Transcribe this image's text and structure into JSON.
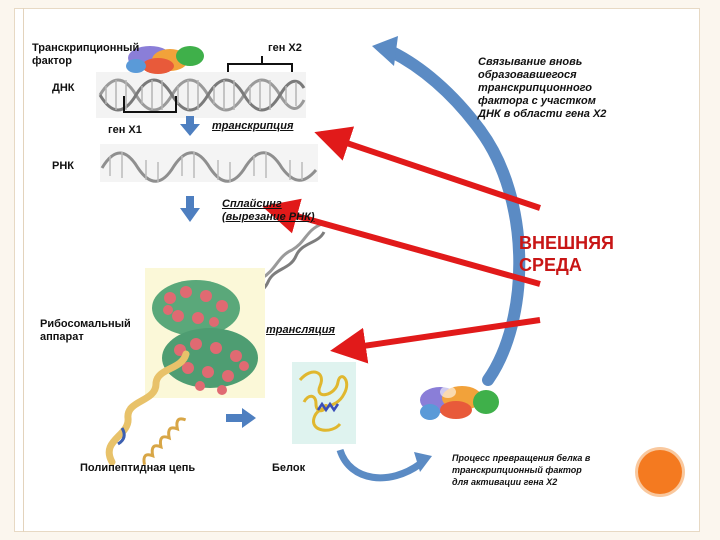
{
  "labels": {
    "tf": [
      "Транскрипционный",
      "фактор"
    ],
    "gene_x2": "ген Х2",
    "dna": "ДНК",
    "gene_x1": "ген Х1",
    "transcription": "транскрипция",
    "rna": "РНК",
    "splicing": [
      "Сплайсинг",
      "(вырезание РНК)"
    ],
    "ribosome": [
      "Рибосомальный",
      "аппарат"
    ],
    "translation": "трансляция",
    "polypeptide": "Полипептидная цепь",
    "protein": "Белок",
    "binding": [
      "Связывание вновь",
      "образовавшегося",
      "транскрипционного",
      "фактора с участком",
      "ДНК в области гена Х2"
    ],
    "external": [
      "ВНЕШНЯЯ",
      "СРЕДА"
    ],
    "conversion": [
      "Процесс превращения белка в",
      "транскрипционный фактор",
      "для активации гена Х2"
    ]
  },
  "colors": {
    "red_arrow": "#e11a1a",
    "blue_arrow": "#5b8bc4",
    "down_arrow": "#4e7fc0",
    "external_text": "#c81616",
    "accent_dot": "#f47a20"
  }
}
